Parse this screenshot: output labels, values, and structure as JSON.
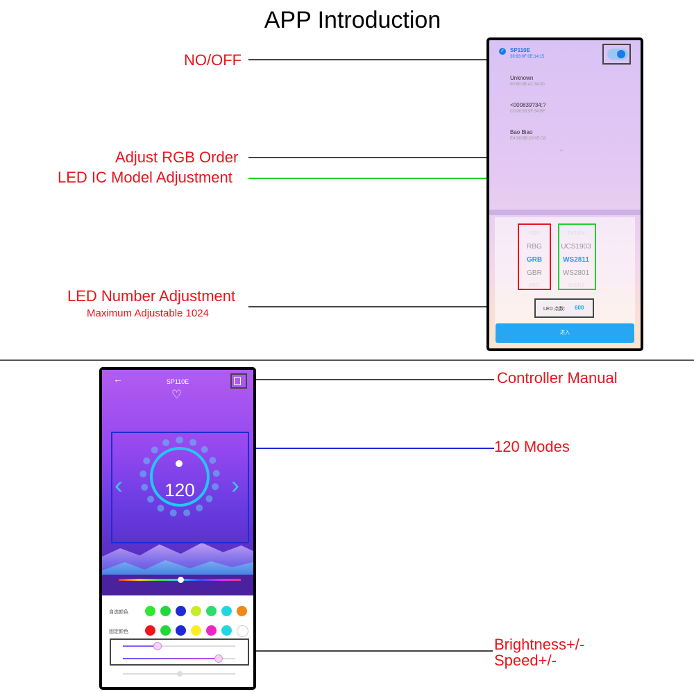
{
  "title": "APP Introduction",
  "labels": {
    "onoff": "NO/OFF",
    "rgb_order": "Adjust RGB Order",
    "ic_model": "LED IC Model Adjustment",
    "led_number": "LED Number Adjustment",
    "led_number_sub": "Maximum Adjustable 1024",
    "controller_manual": "Controller Manual",
    "modes": "120 Modes",
    "brightness": "Brightness+/-",
    "speed": "Speed+/-"
  },
  "phone1": {
    "devices": [
      {
        "name": "SP110E",
        "mac": "38:93:0F:0E:14:15"
      },
      {
        "name": "Unknown",
        "mac": "00:89:3B:A1:34:20"
      },
      {
        "name": "<000839?34;?",
        "mac": "C0:00:83:9F:34:BF"
      },
      {
        "name": "Bao Biao",
        "mac": "E4:98:BB:20:05:C8"
      }
    ],
    "chevron": "⌄",
    "rgb_wheel": [
      "RGN",
      "RBG",
      "GRB",
      "GBR",
      "BRG"
    ],
    "ic_wheel": [
      "TM1804",
      "UCS1903",
      "WS2811",
      "WS2801",
      "SK6812"
    ],
    "led_count_label": "LED 点数:",
    "led_count_value": "600",
    "enter_button": "进入"
  },
  "phone2": {
    "back": "←",
    "device_name": "SP110E",
    "heart": "♡",
    "mode_number": "120",
    "prev": "‹",
    "next": "›",
    "row1_label": "自选颜色",
    "row2_label": "固定颜色",
    "row1_colors": [
      "#2ee82b",
      "#22d83c",
      "#1f2ad4",
      "#c6ec2a",
      "#2bdc6e",
      "#21d6e3",
      "#f08814"
    ],
    "row2_colors": [
      "#f0141b",
      "#20d83a",
      "#1f2ad4",
      "#fbef22",
      "#f024c8",
      "#21d6e3",
      "#ffffff"
    ]
  }
}
